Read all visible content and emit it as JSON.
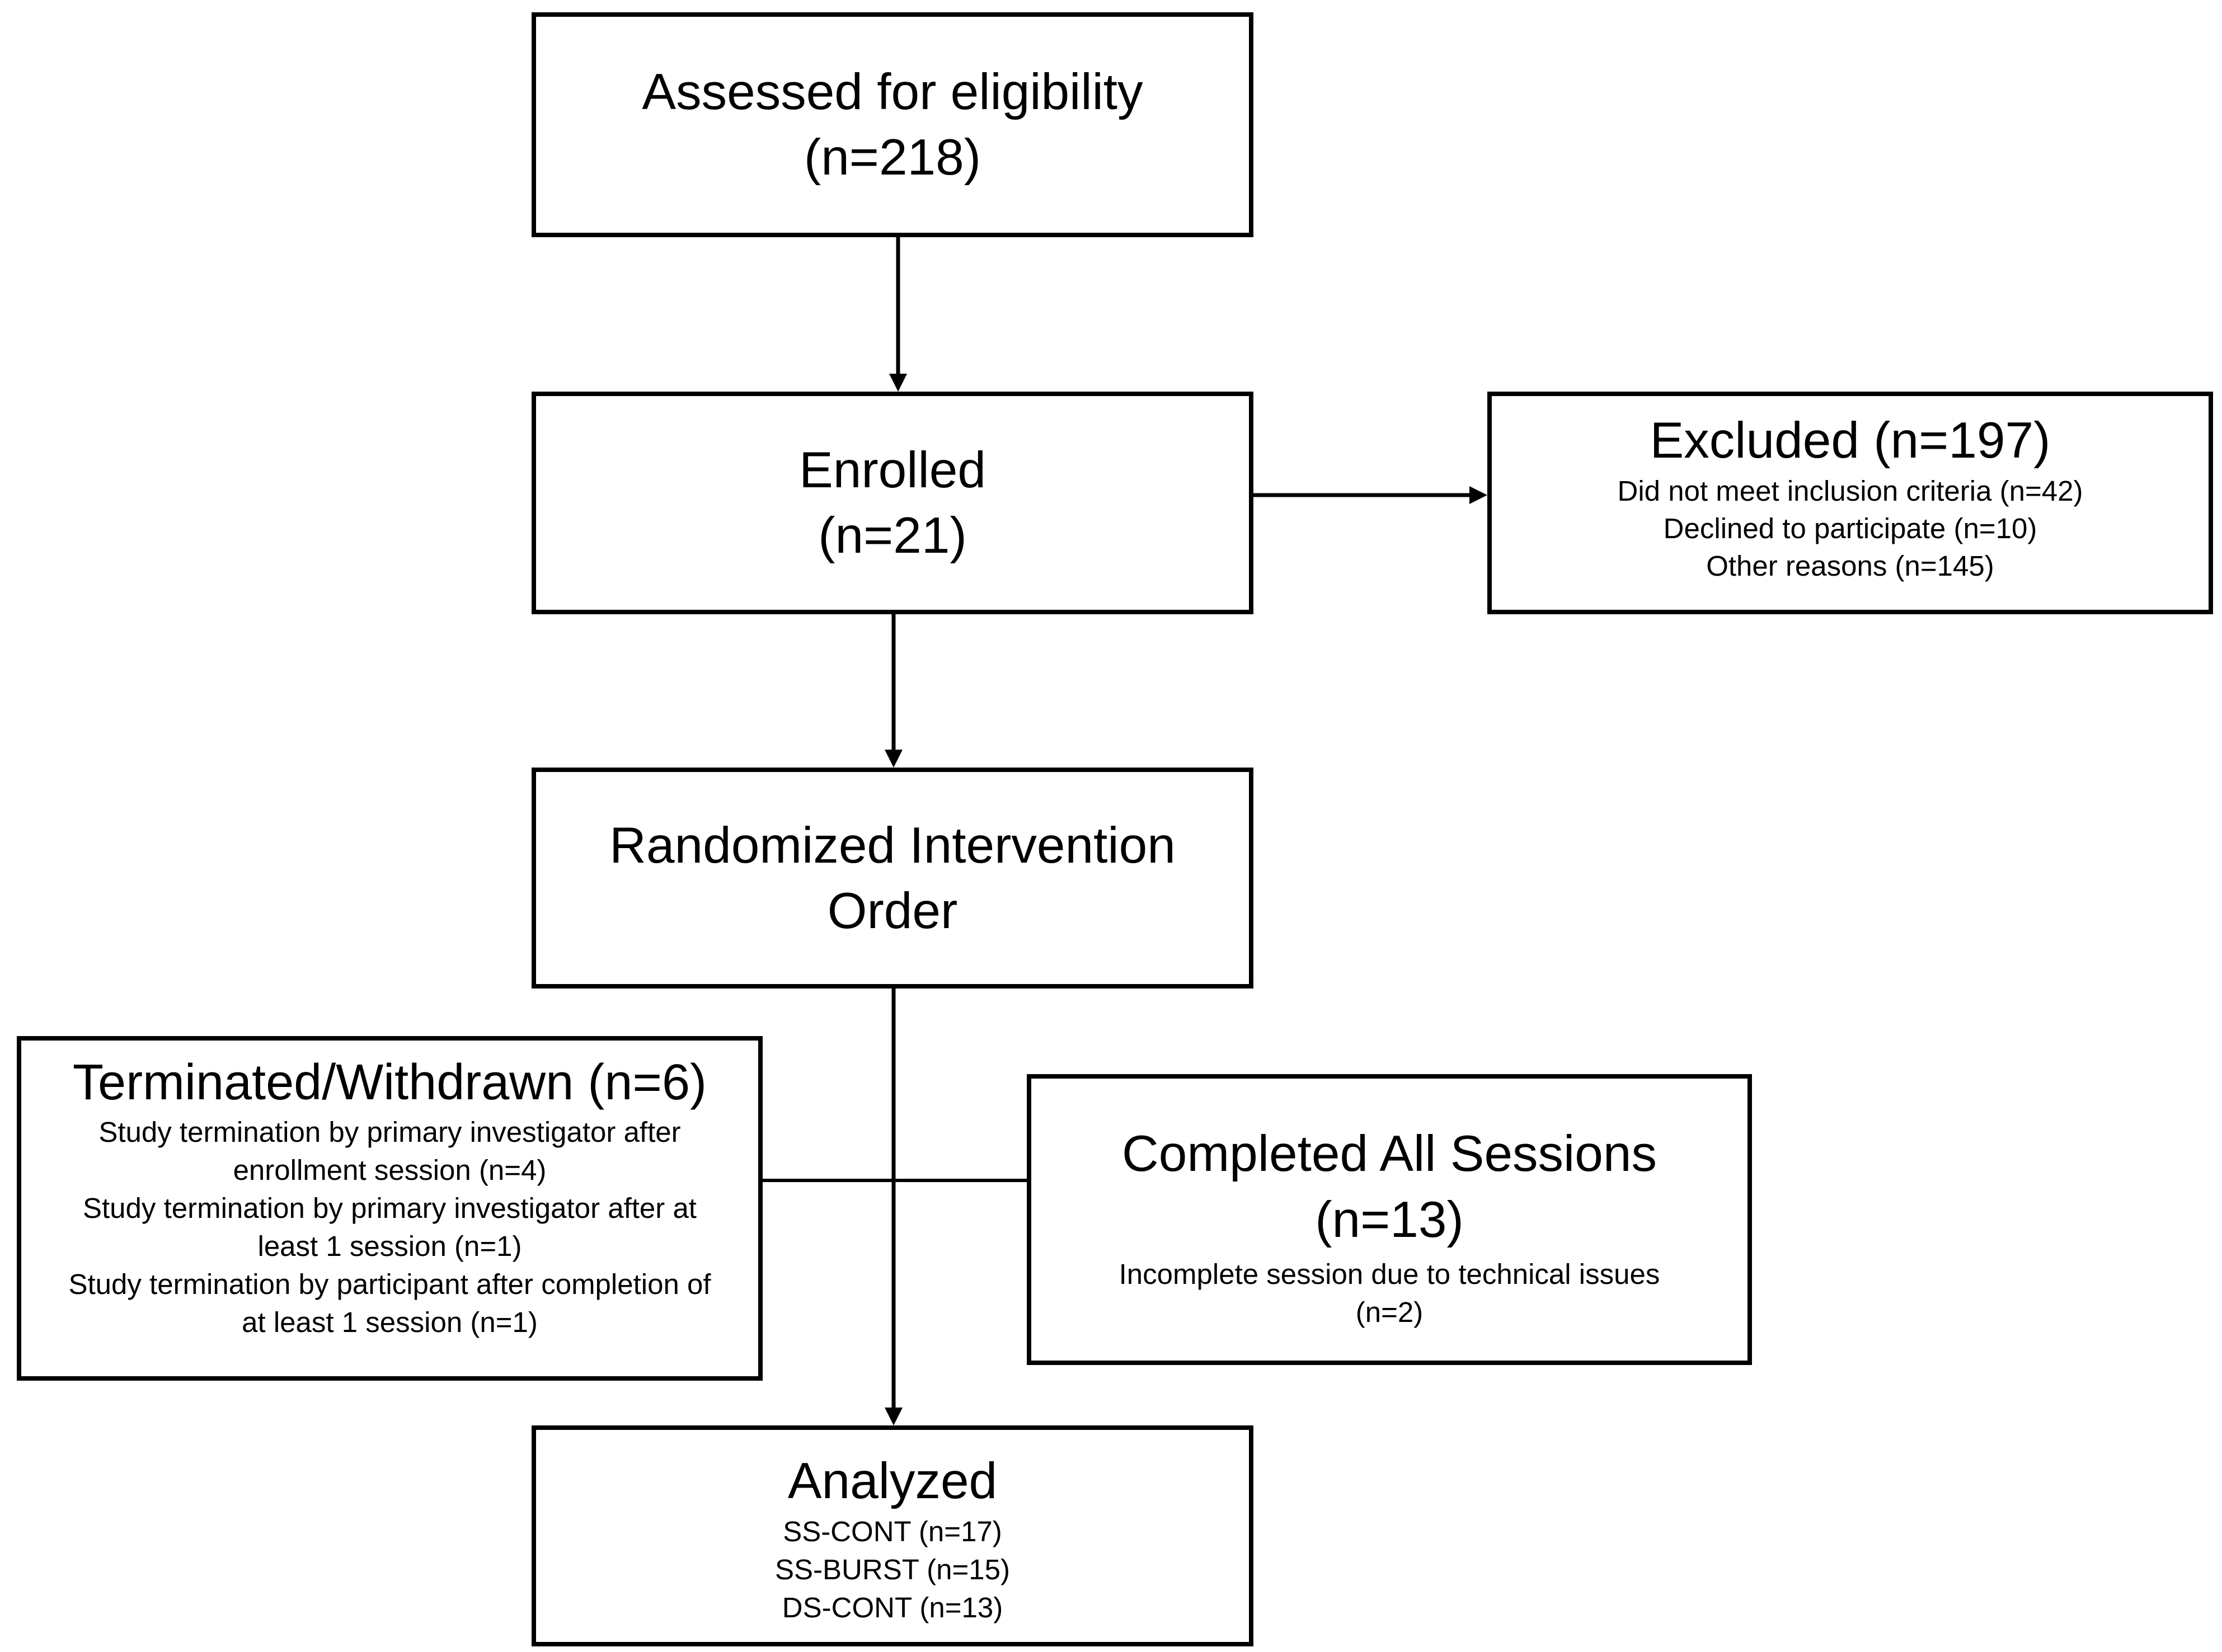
{
  "boxes": {
    "assessed": {
      "title_lines": [
        "Assessed for eligibility",
        "(n=218)"
      ]
    },
    "enrolled": {
      "title_lines": [
        "Enrolled",
        "(n=21)"
      ]
    },
    "excluded": {
      "title": "Excluded (n=197)",
      "details": [
        "Did not meet inclusion criteria (n=42)",
        "Declined to participate (n=10)",
        "Other reasons (n=145)"
      ]
    },
    "randomized": {
      "title_lines": [
        "Randomized Intervention",
        "Order"
      ]
    },
    "terminated": {
      "title": "Terminated/Withdrawn (n=6)",
      "details": [
        "Study termination by primary investigator after",
        "enrollment session (n=4)",
        "Study termination by primary investigator after at",
        "least 1 session (n=1)",
        "Study termination by participant after completion of",
        "at least 1 session (n=1)"
      ]
    },
    "completed": {
      "title_lines": [
        "Completed All Sessions",
        "(n=13)"
      ],
      "details": [
        "Incomplete session due to technical issues",
        "(n=2)"
      ]
    },
    "analyzed": {
      "title": "Analyzed",
      "details": [
        "SS-CONT (n=17)",
        "SS-BURST (n=15)",
        "DS-CONT (n=13)"
      ]
    }
  },
  "colors": {
    "stroke": "#000000",
    "background": "#ffffff"
  }
}
